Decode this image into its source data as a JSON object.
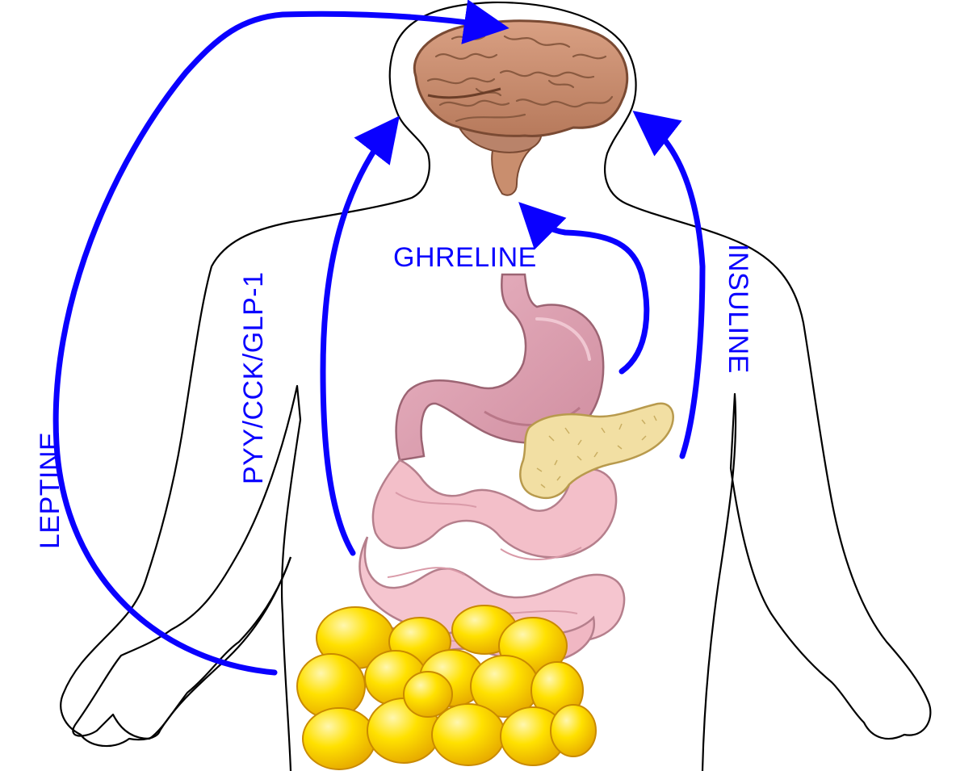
{
  "colors": {
    "arrow": "#0a00ff",
    "outline": "#000000",
    "brain": "#c98e6e",
    "brain_dark": "#9a5f43",
    "stomach": "#dfa3b4",
    "stomach_dark": "#b97788",
    "intestine": "#f3bfc9",
    "intestine_dark": "#c98f9c",
    "pancreas": "#f2dfa3",
    "pancreas_dark": "#c9ae62",
    "fat": "#ffe100",
    "fat_dark": "#e6a800",
    "fat_highlight": "#fff7b0"
  },
  "labels": {
    "leptine": "LEPTINE",
    "pyy_cck_glp1": "PYY/CCK/GLP-1",
    "ghreline": "GHRELINE",
    "insuline": "INSULINE"
  },
  "icons": {
    "brain": "brain-icon",
    "stomach": "stomach-icon",
    "pancreas": "pancreas-icon",
    "intestine": "intestine-icon",
    "adipose": "fat-cells-icon",
    "body": "torso-outline-icon"
  }
}
